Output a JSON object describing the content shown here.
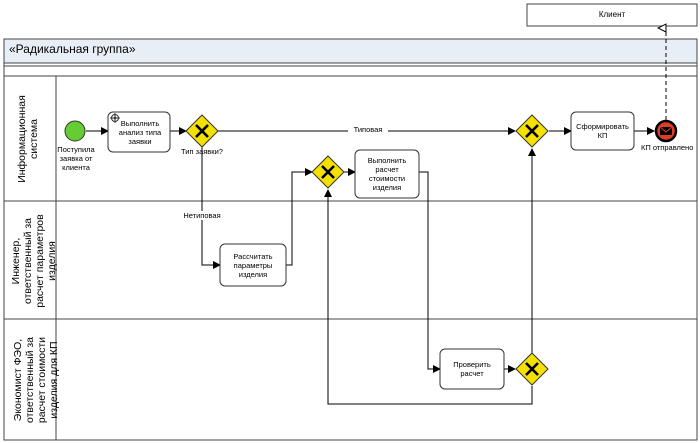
{
  "pool": {
    "title": "«Радикальная  группа»"
  },
  "external_participant": {
    "label": "Клиент"
  },
  "lanes": [
    {
      "label": "Информационная система"
    },
    {
      "label": "Инженер, ответственный за расчет параметров изделия"
    },
    {
      "label": "Экономист ФЭО, ответственный за расчет стоимости изделия для КП"
    }
  ],
  "events": {
    "start": {
      "label": "Поступила заявка от клиента"
    },
    "end": {
      "label": "КП отправлено"
    }
  },
  "tasks": {
    "analyze": {
      "label": "Выполнить анализ типа заявки"
    },
    "make_kp": {
      "label": "Сформировать КП"
    },
    "calc_cost": {
      "label": "Выполнить расчет стоимости изделия"
    },
    "calc_params": {
      "label": "Рассчитать параметры изделия"
    },
    "check": {
      "label": "Проверить расчет"
    }
  },
  "gateways": {
    "type": {
      "label": "Тип заявки?"
    }
  },
  "flow_labels": {
    "typical": "Типовая",
    "atypical": "Нетиповая"
  },
  "colors": {
    "start_fill": "#66cc33",
    "end_fill": "#e03c28",
    "gateway_fill": "#f5e000",
    "lane_border": "#555555",
    "header_fill": "#e8eef6"
  }
}
